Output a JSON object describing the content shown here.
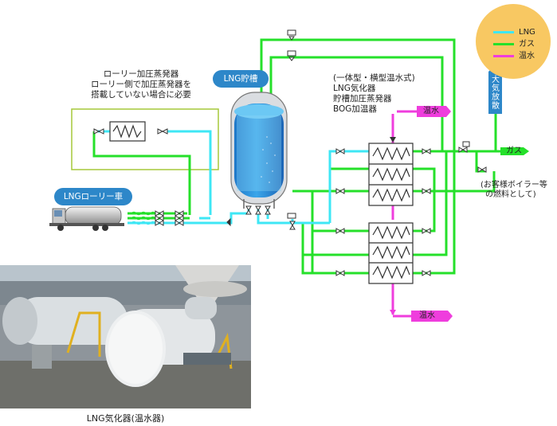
{
  "legend": {
    "items": [
      {
        "label": "LNG",
        "color": "#3ee7f5"
      },
      {
        "label": "ガス",
        "color": "#25e02a"
      },
      {
        "label": "温水",
        "color": "#ef3ddd"
      }
    ]
  },
  "labels": {
    "tank": "LNG貯槽",
    "lorry": "LNGローリー車",
    "lorry_note": [
      "ローリー加圧蒸発器",
      "ローリー側で加圧蒸発器を",
      "搭載していない場合に必要"
    ],
    "equipment_list": [
      "(一体型・横型温水式)",
      "LNG気化器",
      "貯槽加圧蒸発器",
      "BOG加温器"
    ],
    "hot_water_in": "温水",
    "hot_water_out": "温水",
    "gas_out": "ガス",
    "vent": "大気放散",
    "customer_note": [
      "(お客様ボイラー等",
      "の燃料として)"
    ]
  },
  "photo": {
    "caption": "LNG気化器(温水器)"
  },
  "colors": {
    "lng": "#3ee7f5",
    "gas": "#25e02a",
    "hot_water": "#ef3ddd",
    "accent_blue": "#2d87c9",
    "legend_bg": "#f8c862"
  }
}
